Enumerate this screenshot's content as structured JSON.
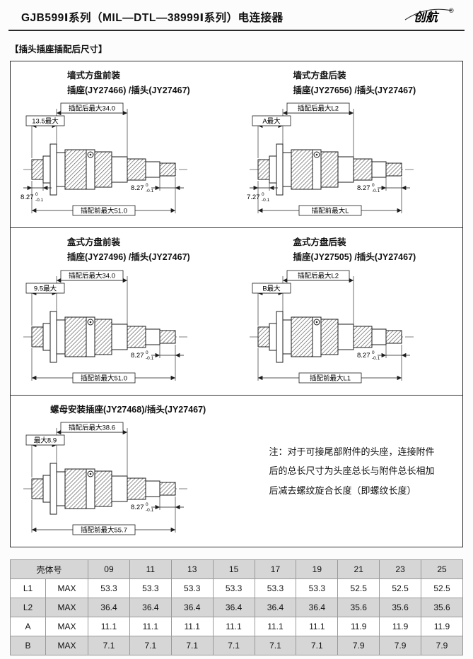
{
  "header": {
    "title": "GJB599Ⅰ系列（MIL—DTL—38999Ⅰ系列）电连接器",
    "logo_text": "创航",
    "logo_reg": "®"
  },
  "section_title": "【插头插座插配后尺寸】",
  "panels": [
    {
      "title": "墙式方盘前装",
      "subtitle": "插座(JY27466) /插头(JY27467)",
      "dim_mated": "插配后最大34.0",
      "dim_small": "13.5最大",
      "dim_left": {
        "value": "8.27",
        "tol_top": "0",
        "tol_bot": "-0.1"
      },
      "dim_right": {
        "value": "8.27",
        "tol_top": "0",
        "tol_bot": "-0.1"
      },
      "dim_overall": "插配前最大51.0"
    },
    {
      "title": "墙式方盘后装",
      "subtitle": "插座(JY27656) /插头(JY27467)",
      "dim_mated": "插配后最大L2",
      "dim_small": "A最大",
      "dim_left": {
        "value": "7.27",
        "tol_top": "0",
        "tol_bot": "-0.1"
      },
      "dim_right": {
        "value": "8.27",
        "tol_top": "0",
        "tol_bot": "-0.1"
      },
      "dim_overall": "插配前最大L"
    },
    {
      "title": "盒式方盘前装",
      "subtitle": "插座(JY27496) /插头(JY27467)",
      "dim_mated": "插配后最大34.0",
      "dim_small": "9.5最大",
      "dim_right": {
        "value": "8.27",
        "tol_top": "0",
        "tol_bot": "-0.1"
      },
      "dim_overall": "插配前最大51.0"
    },
    {
      "title": "盒式方盘后装",
      "subtitle": "插座(JY27505) /插头(JY27467)",
      "dim_mated": "插配后最大L2",
      "dim_small": "B最大",
      "dim_right": {
        "value": "8.27",
        "tol_top": "0",
        "tol_bot": "-0.1"
      },
      "dim_overall": "插配前最大L1"
    },
    {
      "title": "螺母安装插座(JY27468)/插头(JY27467)",
      "dim_mated": "插配后最大38.6",
      "dim_small": "最大8.9",
      "dim_right": {
        "value": "8.27",
        "tol_top": "0",
        "tol_bot": "-0.1"
      },
      "dim_overall": "插配前最大55.7"
    }
  ],
  "note": "注：对于可接尾部附件的头座，连接附件后的总长尺寸为头座总长与附件总长相加后减去螺纹旋合长度（即螺纹长度）",
  "table": {
    "col0_header": "壳体号",
    "shell_sizes": [
      "09",
      "11",
      "13",
      "15",
      "17",
      "19",
      "21",
      "23",
      "25"
    ],
    "rows": [
      {
        "label": "L1",
        "qual": "MAX",
        "values": [
          "53.3",
          "53.3",
          "53.3",
          "53.3",
          "53.3",
          "53.3",
          "52.5",
          "52.5",
          "52.5"
        ]
      },
      {
        "label": "L2",
        "qual": "MAX",
        "values": [
          "36.4",
          "36.4",
          "36.4",
          "36.4",
          "36.4",
          "36.4",
          "35.6",
          "35.6",
          "35.6"
        ]
      },
      {
        "label": "A",
        "qual": "MAX",
        "values": [
          "11.1",
          "11.1",
          "11.1",
          "11.1",
          "11.1",
          "11.1",
          "11.9",
          "11.9",
          "11.9"
        ]
      },
      {
        "label": "B",
        "qual": "MAX",
        "values": [
          "7.1",
          "7.1",
          "7.1",
          "7.1",
          "7.1",
          "7.1",
          "7.9",
          "7.9",
          "7.9"
        ]
      }
    ]
  }
}
